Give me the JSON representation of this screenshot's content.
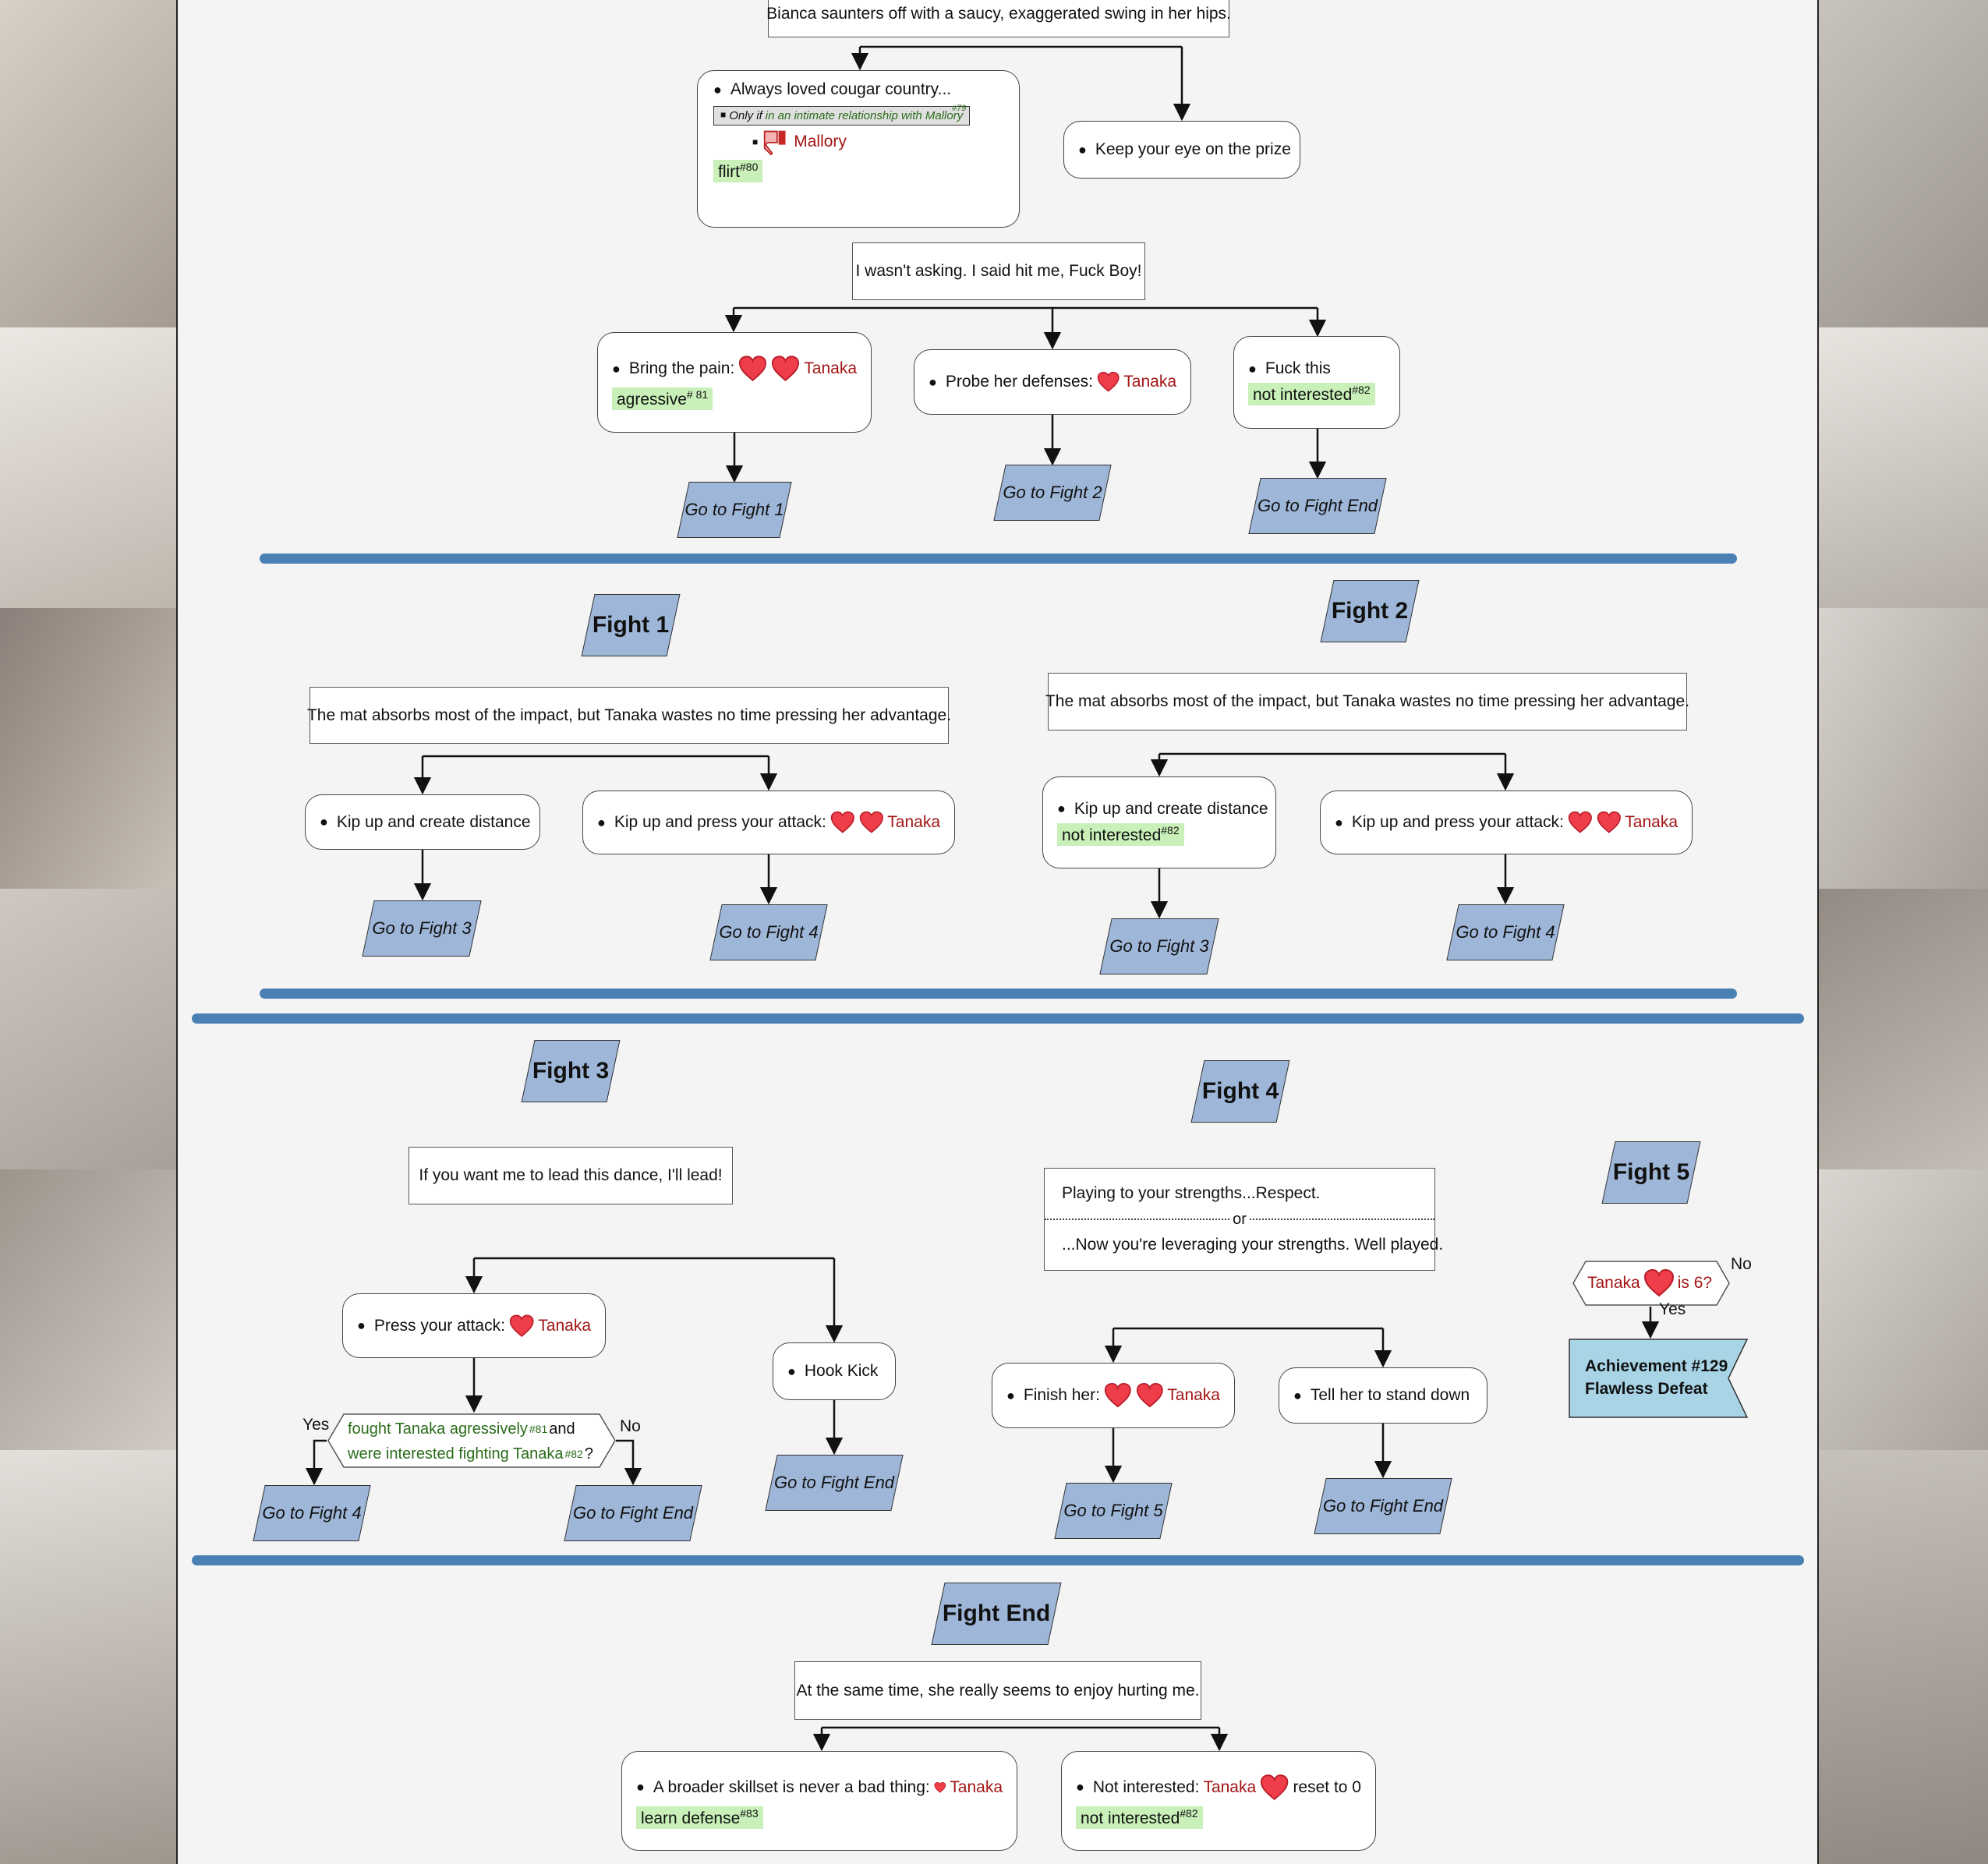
{
  "intro_node": "Bianca saunters off with a saucy, exaggerated swing in her hips.",
  "cougar": {
    "text": "Always loved cougar country...",
    "gate_prefix": "Only if",
    "gate_cond": "in an intimate relationship with Mallory",
    "gate_ref": "#79",
    "character": "Mallory",
    "tag": "flirt",
    "tag_ref": "#80"
  },
  "prize": "Keep your eye on the prize",
  "hit_me": "I wasn't asking. I said hit me, Fuck Boy!",
  "bring_pain": {
    "text": "Bring the pain:",
    "character": "Tanaka",
    "tag": "agressive",
    "tag_ref": "# 81"
  },
  "probe": {
    "text": "Probe her defenses:",
    "character": "Tanaka"
  },
  "fuck_this": {
    "text": "Fuck this",
    "tag": "not interested",
    "tag_ref": "#82"
  },
  "goto_fight1": "Go to Fight 1",
  "goto_fight2": "Go to Fight 2",
  "goto_fight3": "Go to Fight 3",
  "goto_fight4": "Go to Fight 4",
  "goto_fight5": "Go to Fight 5",
  "goto_fight_end": "Go to Fight End",
  "fight1": {
    "title": "Fight 1",
    "line": "The mat absorbs most of the impact, but Tanaka wastes no time pressing her advantage.",
    "kip_create": "Kip up and create distance",
    "kip_press": "Kip up and press your attack:",
    "character": "Tanaka"
  },
  "fight2": {
    "title": "Fight 2",
    "line": "The mat absorbs most of the impact, but Tanaka wastes no time pressing her advantage.",
    "kip_create": "Kip up and create distance",
    "tag": "not interested",
    "tag_ref": "#82",
    "kip_press": "Kip up and press your attack:",
    "character": "Tanaka"
  },
  "fight3": {
    "title": "Fight 3",
    "line": "If you want me to lead this dance, I'll lead!",
    "press": "Press your attack:",
    "character": "Tanaka",
    "cond_line1": "fought Tanaka agressively",
    "cond_ref1": "#81",
    "cond_and": "and",
    "cond_line2": "were interested fighting Tanaka",
    "cond_ref2": "#82",
    "cond_q": "?",
    "yes": "Yes",
    "no": "No",
    "hook_kick": "Hook Kick"
  },
  "fight4": {
    "title": "Fight 4",
    "line1": "Playing to your strengths...Respect.",
    "or": "or",
    "line2": "...Now you're leveraging your strengths. Well played.",
    "finish": "Finish her:",
    "character": "Tanaka",
    "stand_down": "Tell her to stand down"
  },
  "fight5": {
    "title": "Fight 5",
    "character": "Tanaka",
    "cond": "is 6?",
    "yes": "Yes",
    "no": "No",
    "achievement_line1": "Achievement #129",
    "achievement_line2": "Flawless Defeat"
  },
  "fight_end": {
    "title": "Fight End",
    "line": "At the same time, she really seems to enjoy hurting me.",
    "broader": "A broader skillset is never a bad thing:",
    "character": "Tanaka",
    "tag_learn": "learn defense",
    "tag_learn_ref": "#83",
    "not_interested": "Not interested:",
    "reset": "reset to 0",
    "tag_ni": "not interested",
    "tag_ni_ref": "#82"
  },
  "colors": {
    "heart": "#ef3e4a",
    "character": "#a31515",
    "tag_bg": "#c8f0b8",
    "parallelogram": "#9eb6d8",
    "divider": "#4a80b4",
    "achievement": "#a8d4e6"
  }
}
